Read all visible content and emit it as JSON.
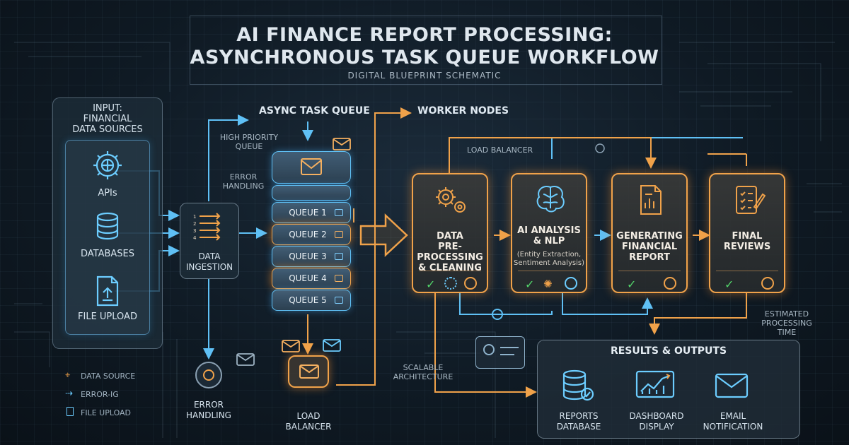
{
  "title": {
    "line1": "AI FINANCE REPORT PROCESSING:",
    "line2": "ASYNCHRONOUS TASK QUEUE WORKFLOW",
    "subtitle": "DIGITAL BLUEPRINT SCHEMATIC"
  },
  "input": {
    "heading": "INPUT:\nFINANCIAL\nDATA SOURCES",
    "sources": [
      "APIs",
      "DATABASES",
      "FILE UPLOAD"
    ]
  },
  "ingestion": {
    "label": "DATA\nINGESTION"
  },
  "queue": {
    "heading": "ASYNC TASK QUEUE",
    "high_priority": "HIGH PRIORITY\nQUEUE",
    "error_handling_note": "ERROR\nHANDLING",
    "items": [
      "QUEUE 1",
      "QUEUE 2",
      "QUEUE 3",
      "QUEUE 4",
      "QUEUE 5"
    ]
  },
  "error_handling": {
    "label": "ERROR\nHANDLING"
  },
  "load_balancer": {
    "label": "LOAD\nBALANCER"
  },
  "scalable": "SCALABLE\nARCHITECTURE",
  "workers": {
    "heading": "WORKER NODES",
    "load_balancer_label": "LOAD BALANCER",
    "nodes": [
      {
        "title": "DATA\nPRE-PROCESSING\n& CLEANING",
        "sub": ""
      },
      {
        "title": "AI ANALYSIS\n& NLP",
        "sub": "(Entity Extraction,\nSentiment Analysis)"
      },
      {
        "title": "GENERATING\nFINANCIAL\nREPORT",
        "sub": ""
      },
      {
        "title": "FINAL\nREVIEWS",
        "sub": ""
      }
    ]
  },
  "estimated": "ESTIMATED\nPROCESSING\nTIME",
  "results": {
    "heading": "RESULTS & OUTPUTS",
    "items": [
      "REPORTS\nDATABASE",
      "DASHBOARD\nDISPLAY",
      "EMAIL\nNOTIFICATION"
    ]
  },
  "legend": [
    "DATA SOURCE",
    "ERROR-IG",
    "FILE UPLOAD"
  ],
  "colors": {
    "blue_accent": "#5fc0f5",
    "orange_accent": "#f0a24a",
    "check_green": "#52d46a"
  }
}
